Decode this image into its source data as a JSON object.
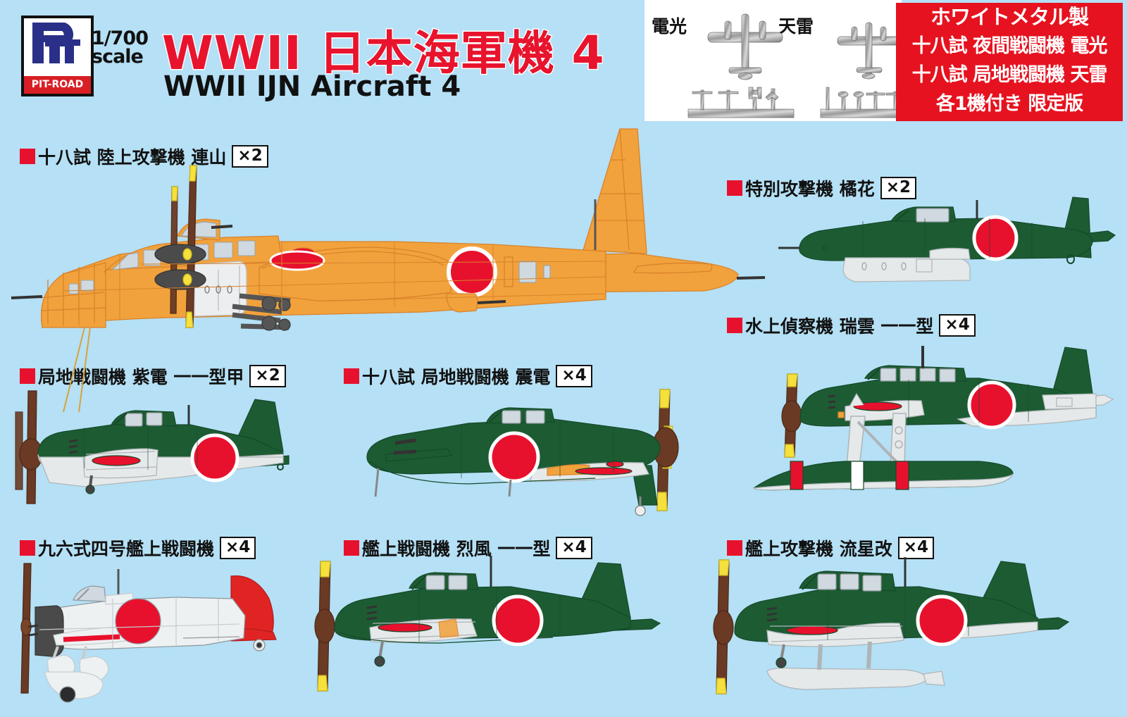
{
  "brand": {
    "logo_text": "PIT-ROAD",
    "logo_mark": "P",
    "scale_line1": "1/700",
    "scale_line2": "scale"
  },
  "header": {
    "title_jp": "WWII 日本海軍機 4",
    "title_en": "WWII IJN Aircraft 4"
  },
  "photo_panel": {
    "label_left": "電光",
    "label_right": "天雷"
  },
  "banner": {
    "line1": "ホワイトメタル製",
    "line2": "十八試 夜間戦闘機 電光",
    "line3": "十八試 局地戦闘機 天雷",
    "line4": "各1機付き 限定版"
  },
  "colors": {
    "background": "#b5e0f5",
    "accent_red": "#e8112d",
    "banner_red": "#e6121f",
    "title_red": "#e8142d",
    "ijn_green": "#1d5c33",
    "ijn_green_dark": "#17492a",
    "orange": "#f2a23c",
    "orange_dark": "#d9822b",
    "grey_light": "#e6e9ea",
    "prop_brown": "#6b3a24",
    "outline": "#3a6ea5"
  },
  "aircraft": [
    {
      "id": "renzan",
      "label": "十八試 陸上攻撃機 連山",
      "qty": "×2",
      "scheme": "orange"
    },
    {
      "id": "kikka",
      "label": "特別攻撃機 橘花",
      "qty": "×2",
      "scheme": "green"
    },
    {
      "id": "shiden",
      "label": "局地戦闘機 紫電 一一型甲",
      "qty": "×2",
      "scheme": "green"
    },
    {
      "id": "shinden",
      "label": "十八試 局地戦闘機 震電",
      "qty": "×4",
      "scheme": "green"
    },
    {
      "id": "zuiun",
      "label": "水上偵察機 瑞雲 一一型",
      "qty": "×4",
      "scheme": "green-float"
    },
    {
      "id": "a5m4",
      "label": "九六式四号艦上戦闘機",
      "qty": "×4",
      "scheme": "grey-red-tail"
    },
    {
      "id": "reppu",
      "label": "艦上戦闘機 烈風 一一型",
      "qty": "×4",
      "scheme": "green"
    },
    {
      "id": "ryusei",
      "label": "艦上攻撃機 流星改",
      "qty": "×4",
      "scheme": "green"
    }
  ]
}
